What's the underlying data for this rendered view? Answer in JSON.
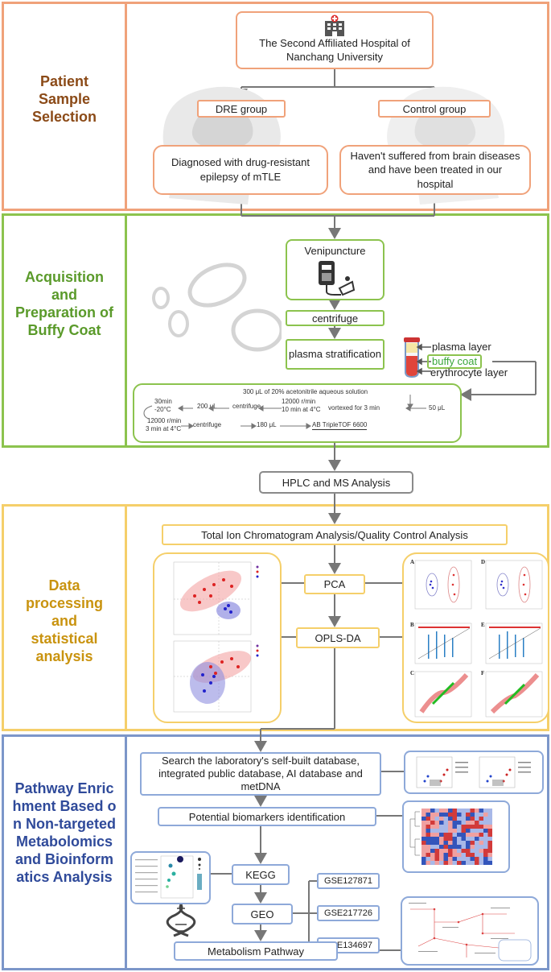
{
  "colors": {
    "patient": "#f0a27a",
    "patient_text": "#8b4a17",
    "acquisition": "#8cc34e",
    "acquisition_text": "#5a9a2a",
    "data": "#f5cf6a",
    "data_text": "#c9930f",
    "pathway": "#7c96c9",
    "pathway_text": "#2f4a9a",
    "buffy_text": "#3aa63a",
    "connector": "#777777"
  },
  "sections": {
    "patient": {
      "label": "Patient Sample Selection"
    },
    "acquisition": {
      "label": "Acquisition and Preparation of Buffy Coat"
    },
    "data": {
      "label": "Data processing and statistical analysis"
    },
    "pathway": {
      "label": "Pathway Enrichment Based on Non-targeted Metabolomics and Bioinformatics Analysis"
    }
  },
  "patient": {
    "hospital": "The Second Affiliated Hospital of Nanchang University",
    "dre_group": "DRE group",
    "control_group": "Control group",
    "dre_desc": "Diagnosed with drug-resistant epilepsy of mTLE",
    "control_desc": "Haven't suffered from brain diseases and have been treated in our hospital",
    "hospital_icon": "hospital-building-icon",
    "brain_icons": "head-brain-icon"
  },
  "acquisition": {
    "venipuncture": "Venipuncture",
    "venipuncture_icon": "blood-bag-icon",
    "centrifuge": "centrifuge",
    "plasma_stratification": "plasma stratification",
    "tube_icon": "blood-tube-icon",
    "plasma_layer": "plasma layer",
    "buffy_coat": "buffy coat",
    "erythrocyte_layer": "erythrocyte layer",
    "protocol": {
      "acetonitrile": "300 μL of 20% acetonitrile aqueous solution",
      "vortex": "vortexed for 3 min",
      "vol_50": "50 μL",
      "spin1_a": "12000 r/min",
      "spin1_b": "10 min at 4°C",
      "centrifuge1": "centrifuge",
      "vol_200": "200 μL",
      "cold_a": "30min",
      "cold_b": "-20°C",
      "spin2_a": "12000 r/min",
      "spin2_b": "3 min at 4°C",
      "centrifuge2": "centrifuge",
      "vol_180": "180 μL",
      "instrument": "AB TripleTOF 6600"
    }
  },
  "hplc": "HPLC and MS Analysis",
  "data": {
    "tic": "Total Ion Chromatogram Analysis/Quality Control Analysis",
    "pca": "PCA",
    "oplsda": "OPLS-DA",
    "panels": [
      "A",
      "B",
      "C",
      "D",
      "E",
      "F"
    ]
  },
  "pathway": {
    "search": "Search the laboratory's self-built database, integrated public database, AI database and metDNA",
    "biomarkers": "Potential biomarkers identification",
    "kegg": "KEGG",
    "geo": "GEO",
    "gse": [
      "GSE127871",
      "GSE217726",
      "GSE134697"
    ],
    "metabolism": "Metabolism Pathway",
    "dna_icon": "dna-helix-icon"
  }
}
